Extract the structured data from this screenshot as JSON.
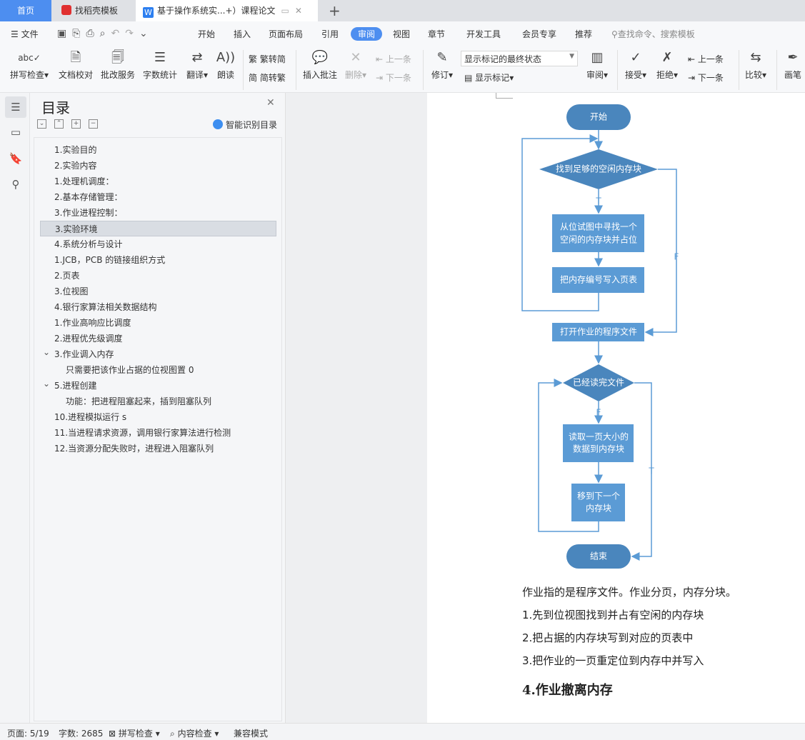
{
  "tabs": [
    {
      "label": "首页"
    },
    {
      "label": "找稻壳模板"
    },
    {
      "label": "基于操作系统实...+）课程论文"
    }
  ],
  "menu": {
    "file": "文件",
    "items": [
      "开始",
      "插入",
      "页面布局",
      "引用",
      "审阅",
      "视图",
      "章节",
      "开发工具",
      "会员专享",
      "推荐"
    ],
    "active": "审阅",
    "search_placeholder": "查找命令、搜索模板"
  },
  "ribbon": {
    "spell": "拼写检查",
    "proof": "文档校对",
    "correct": "批改服务",
    "wordcount": "字数统计",
    "translate": "翻译",
    "read": "朗读",
    "t2s": "繁转简",
    "s2t": "简转繁",
    "insert_comment": "插入批注",
    "delete": "删除",
    "prev_c": "上一条",
    "next_c": "下一条",
    "revise": "修订",
    "markup_select": "显示标记的最终状态",
    "show_markup": "显示标记",
    "review": "审阅",
    "accept": "接受",
    "reject": "拒绝",
    "prev": "上一条",
    "next": "下一条",
    "compare": "比较",
    "pen": "画笔"
  },
  "nav": {
    "title": "目录",
    "smart": "智能识别目录",
    "items": [
      {
        "label": "1.实验目的"
      },
      {
        "label": "2.实验内容"
      },
      {
        "label": "1.处理机调度："
      },
      {
        "label": "2.基本存储管理："
      },
      {
        "label": "3.作业进程控制："
      },
      {
        "label": "3.实验环境",
        "selected": true
      },
      {
        "label": "4.系统分析与设计"
      },
      {
        "label": "1.JCB，PCB 的链接组织方式"
      },
      {
        "label": "2.页表"
      },
      {
        "label": "3.位视图"
      },
      {
        "label": "4.银行家算法相关数据结构"
      },
      {
        "label": "1.作业高响应比调度"
      },
      {
        "label": "2.进程优先级调度"
      },
      {
        "label": "3.作业调入内存",
        "expanded": true
      },
      {
        "label": "只需要把该作业占据的位视图置 0",
        "child": true
      },
      {
        "label": "5.进程创建",
        "expanded": true
      },
      {
        "label": "功能：把进程阻塞起来，插到阻塞队列",
        "child": true
      },
      {
        "label": "10.进程模拟运行 s"
      },
      {
        "label": "11.当进程请求资源，调用银行家算法进行检测"
      },
      {
        "label": "12.当资源分配失败时，进程进入阻塞队列"
      }
    ]
  },
  "flowchart": {
    "start": "开始",
    "d1": "找到足够的空闲内存块",
    "b1a": "从位试图中寻找一个",
    "b1b": "空闲的内存块并占位",
    "b2": "把内存编号写入页表",
    "b3": "打开作业的程序文件",
    "d2": "已经读完文件",
    "b4a": "读取一页大小的",
    "b4b": "数据到内存块",
    "b5a": "移到下一个",
    "b5b": "内存块",
    "end": "结束",
    "t": "T",
    "f": "F"
  },
  "doc": {
    "p1": "作业指的是程序文件。作业分页，内存分块。",
    "p2": "1.先到位视图找到并占有空闲的内存块",
    "p3": "2.把占据的内存块写到对应的页表中",
    "p4": "3.把作业的一页重定位到内存中并写入",
    "h": "4.作业撤离内存"
  },
  "status": {
    "page": "页面: 5/19",
    "words": "字数: 2685",
    "spell": "拼写检查",
    "content": "内容检查",
    "compat": "兼容模式"
  },
  "colors": {
    "accent": "#4d8ef0",
    "shape": "#5b9bd5",
    "shape_dark": "#4a86bd"
  }
}
